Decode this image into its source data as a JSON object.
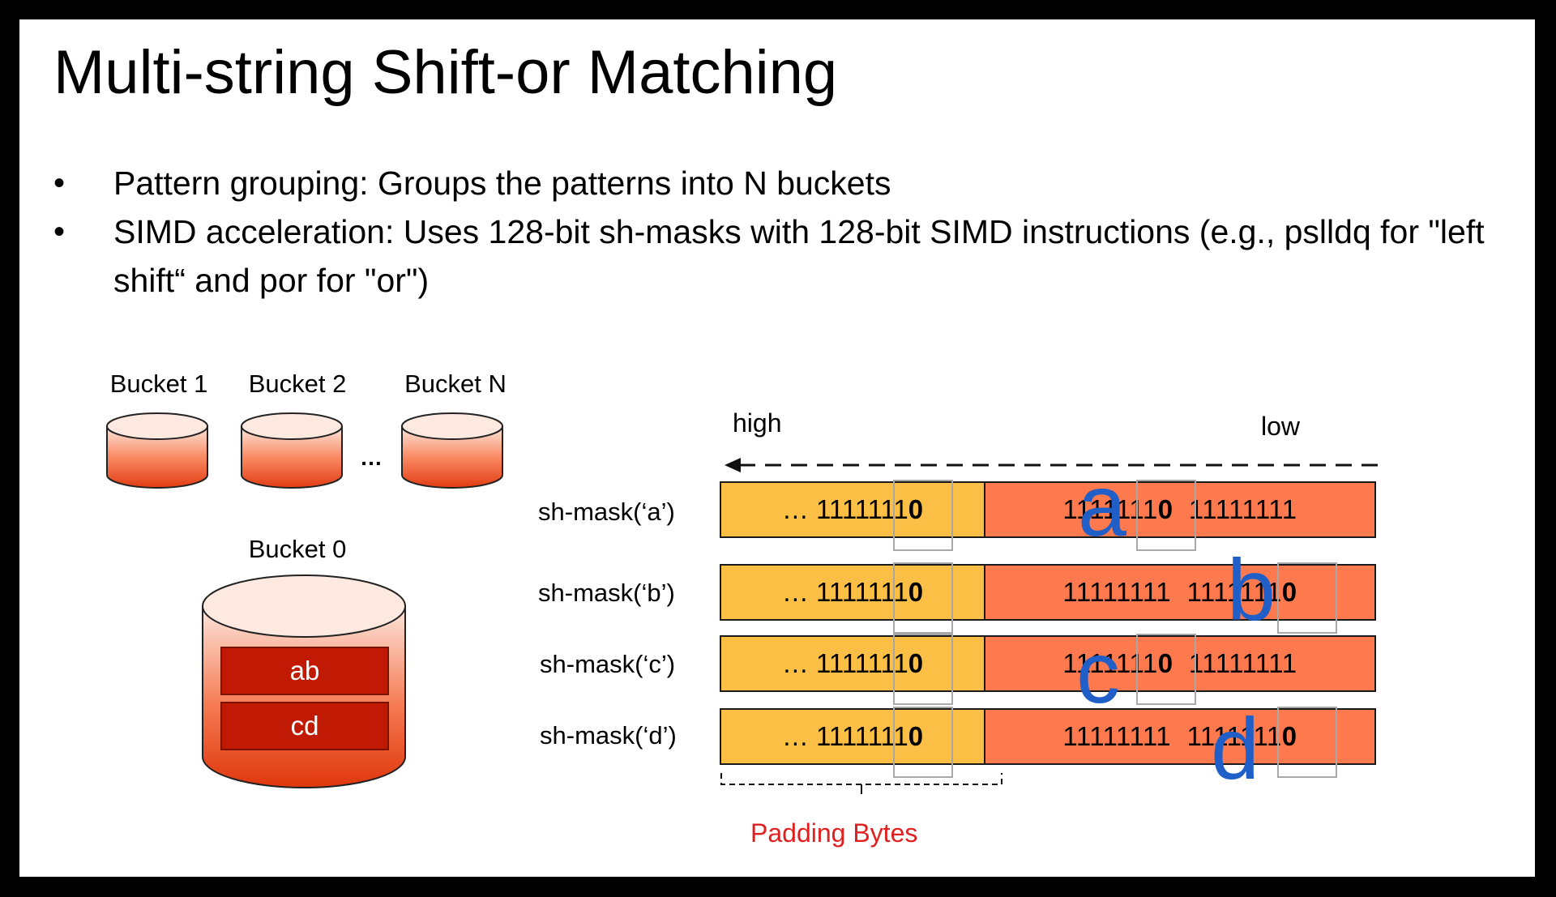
{
  "slide": {
    "title": "Multi-string Shift-or Matching",
    "bullets": [
      {
        "symbol": "•",
        "text": "Pattern grouping: Groups the patterns into N buckets"
      },
      {
        "symbol": "•",
        "text": "SIMD acceleration: Uses 128-bit sh-masks with 128-bit SIMD instructions (e.g., pslldq for \"left shift“ and por for \"or\")"
      }
    ]
  },
  "buckets": {
    "labels": [
      "Bucket 1",
      "Bucket 2",
      "Bucket N"
    ],
    "ellipsis": "…",
    "bucket0": {
      "label": "Bucket 0",
      "patterns": [
        "ab",
        "cd"
      ]
    }
  },
  "shift_or": {
    "high_label": "high",
    "low_label": "low",
    "padding_label": "Padding Bytes",
    "rows": [
      {
        "label": "sh-mask(‘a’)",
        "padding_prefix": "… 1111111",
        "padding_bit": "0",
        "data_prefix": "1111111",
        "data_bit": "0",
        "data_suffix": "  11111111",
        "letter": "a"
      },
      {
        "label": "sh-mask(‘b’)",
        "padding_prefix": "… 1111111",
        "padding_bit": "0",
        "data_prefix": "11111111  1111111",
        "data_bit": "0",
        "data_suffix": "",
        "letter": "b"
      },
      {
        "label": "sh-mask(‘c’)",
        "padding_prefix": "… 1111111",
        "padding_bit": "0",
        "data_prefix": "1111111",
        "data_bit": "0",
        "data_suffix": "  11111111",
        "letter": "c"
      },
      {
        "label": "sh-mask(‘d’)",
        "padding_prefix": "… 1111111",
        "padding_bit": "0",
        "data_prefix": "11111111  1111111",
        "data_bit": "0",
        "data_suffix": "",
        "letter": "d"
      }
    ]
  },
  "colors": {
    "padding_fill": "#fbbf45",
    "data_fill": "#fe7a4e",
    "bucket_fill": "#ea4a22",
    "pattern_fill": "#c01a05",
    "letter_color": "#1f5fc7",
    "padding_label_color": "#e02020"
  }
}
